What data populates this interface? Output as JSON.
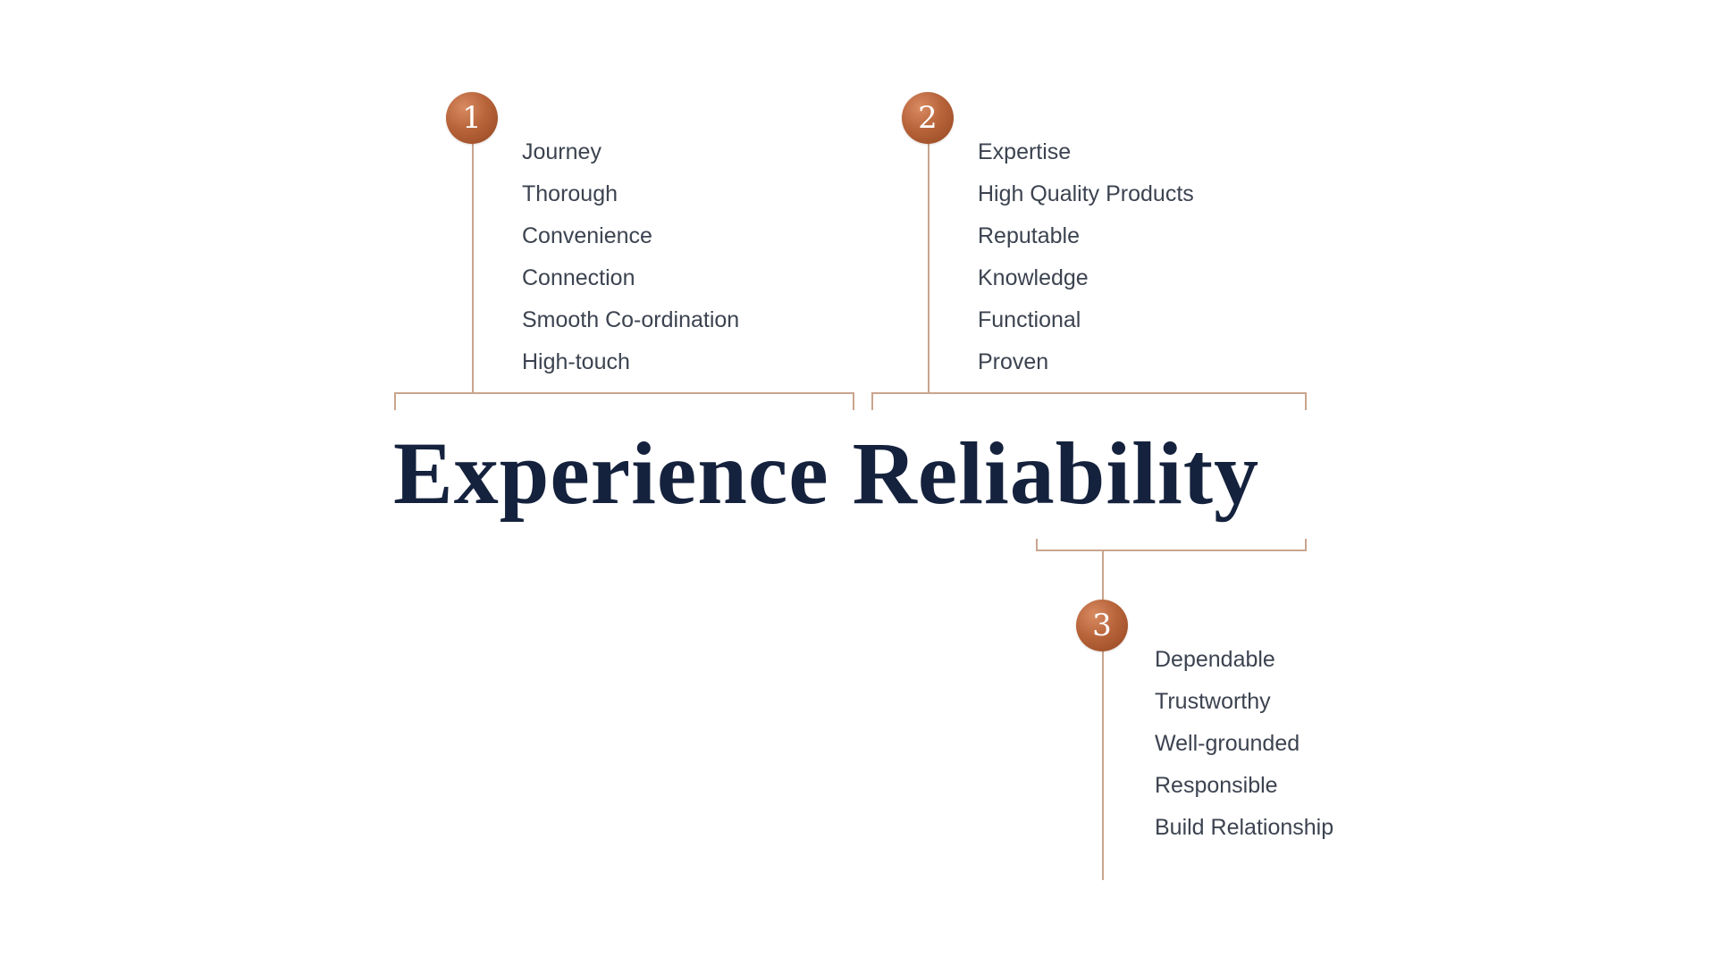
{
  "title": "Experience Reliability",
  "accent_color": "#b8643b",
  "line_color": "#c9a58d",
  "title_color": "#15223d",
  "groups": [
    {
      "number": "1",
      "items": [
        "Journey",
        "Thorough",
        "Convenience",
        "Connection",
        "Smooth Co-ordination",
        "High-touch"
      ]
    },
    {
      "number": "2",
      "items": [
        "Expertise",
        "High Quality Products",
        "Reputable",
        "Knowledge",
        "Functional",
        "Proven"
      ]
    },
    {
      "number": "3",
      "items": [
        "Dependable",
        "Trustworthy",
        "Well-grounded",
        "Responsible",
        "Build Relationship"
      ]
    }
  ]
}
